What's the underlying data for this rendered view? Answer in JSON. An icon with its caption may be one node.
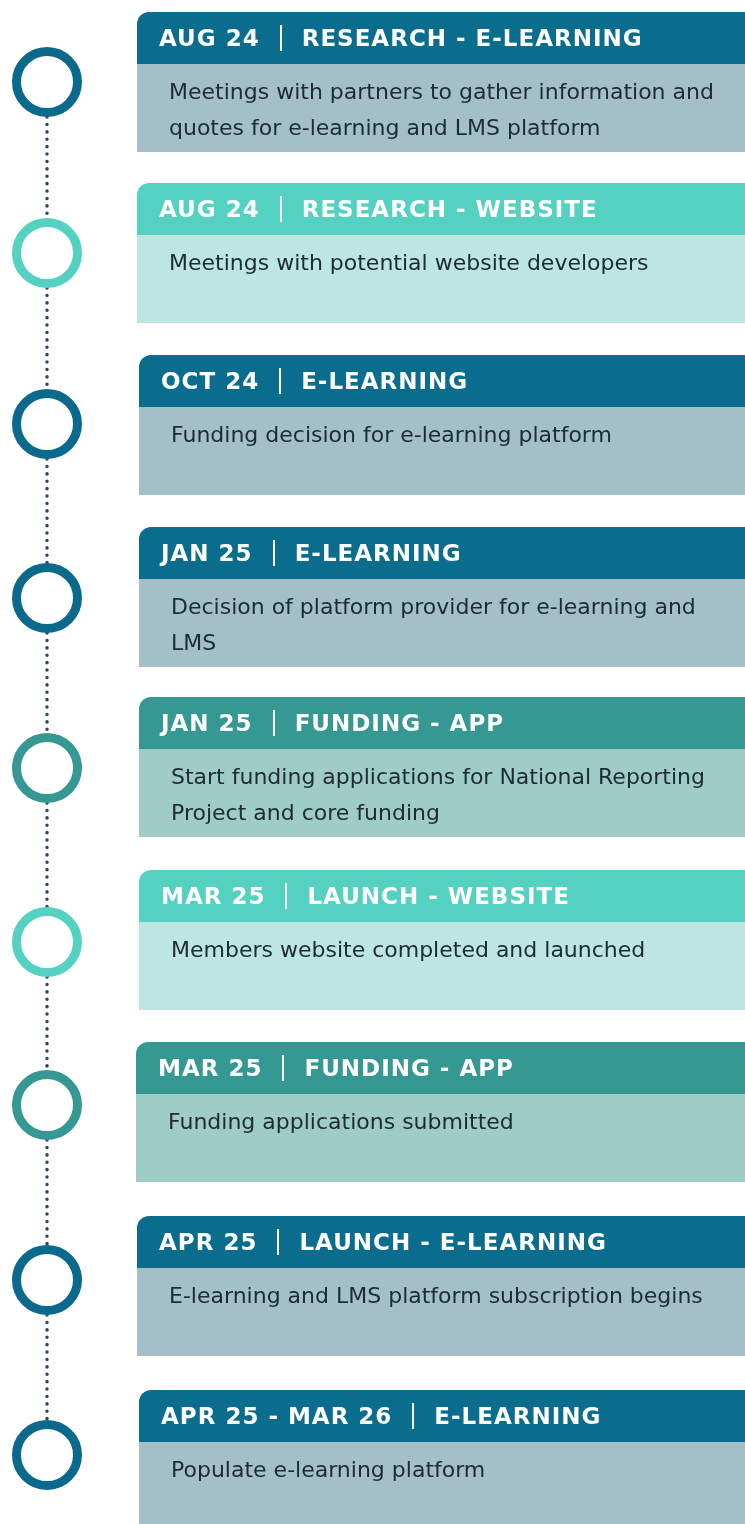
{
  "diagram": {
    "nodes": [
      {
        "text": [],
        "shape": "circle"
      },
      {
        "text": [
          "AUG 24",
          "RESEARCH - E-LEARNING",
          "Meetings with partners to gather information and quotes for e-learning and LMS platform"
        ]
      },
      {
        "text": [],
        "shape": "circle"
      },
      {
        "text": [
          "AUG 24",
          "RESEARCH - WEBSITE",
          "Meetings with potential website developers"
        ]
      },
      {
        "text": [],
        "shape": "circle"
      },
      {
        "text": [
          "OCT 24",
          "E-LEARNING",
          "Funding decision for e-learning platform"
        ]
      },
      {
        "text": [],
        "shape": "circle"
      },
      {
        "text": [
          "JAN 25",
          "E-LEARNING",
          "Decision of platform provider for e-learning and LMS"
        ]
      },
      {
        "text": [],
        "shape": "circle"
      },
      {
        "text": [
          "JAN 25",
          "FUNDING - APP",
          "Start funding applications for National Reporting Project and core funding"
        ]
      },
      {
        "text": [],
        "shape": "circle"
      },
      {
        "text": [
          "MAR 25",
          "LAUNCH - WEBSITE",
          "Members website completed and launched"
        ]
      },
      {
        "text": [],
        "shape": "circle"
      },
      {
        "text": [
          "MAR 25",
          "FUNDING - APP",
          "Funding applications submitted"
        ]
      },
      {
        "text": [],
        "shape": "circle"
      },
      {
        "text": [
          "APR 25",
          "LAUNCH - E-LEARNING",
          "E-learning and LMS platform subscription begins"
        ]
      },
      {
        "text": [],
        "shape": "circle"
      },
      {
        "text": [
          "APR 25 - MAR 26",
          "E-LEARNING",
          "Populate e-learning platform"
        ]
      }
    ],
    "edges": [
      {
        "from": 0,
        "to": 2,
        "arrow": "none",
        "style": "dashed"
      },
      {
        "from": 2,
        "to": 4,
        "arrow": "none",
        "style": "dashed"
      },
      {
        "from": 4,
        "to": 6,
        "arrow": "none",
        "style": "dashed"
      },
      {
        "from": 6,
        "to": 8,
        "arrow": "none",
        "style": "dashed"
      },
      {
        "from": 8,
        "to": 10,
        "arrow": "none",
        "style": "dashed"
      },
      {
        "from": 10,
        "to": 12,
        "arrow": "none",
        "style": "dashed"
      },
      {
        "from": 12,
        "to": 14,
        "arrow": "none",
        "style": "dashed"
      },
      {
        "from": 14,
        "to": 16,
        "arrow": "none",
        "style": "dashed"
      }
    ]
  }
}
